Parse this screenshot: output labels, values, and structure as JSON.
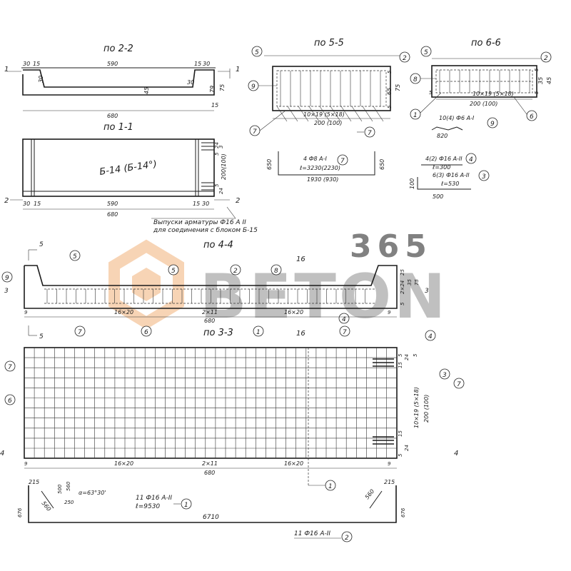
{
  "watermark": {
    "number": "365",
    "word": "BETON",
    "color": "#f2b27a"
  },
  "sections": {
    "s22": {
      "title": "по 2-2",
      "cut": "1",
      "d_30": "30",
      "d_15": "15",
      "d_590": "590",
      "d_15r": "15",
      "d_30r": "30",
      "d_30a": "30",
      "d_30b": "30",
      "d_45": "45",
      "d_79": "79",
      "d_75": "75",
      "d_15b": "15",
      "d_680": "680"
    },
    "s11": {
      "title": "по 1-1",
      "cut": "2",
      "block": "Б-14 (Б-14°)",
      "d_30": "30",
      "d_15": "15",
      "d_590": "590",
      "d_15r": "15",
      "d_30r": "30",
      "d_680": "680",
      "d_200": "200(100)",
      "d_24": "24",
      "d_5a": "5",
      "d_5b": "5",
      "d_24b": "24",
      "d_3": "3",
      "note1": "Выпуски арматуры Ф16 А II",
      "note2": "для соединения с блоком Б-15"
    },
    "s55": {
      "title": "по 5-5",
      "m5": "5",
      "m2": "2",
      "m9": "9",
      "m7a": "7",
      "m7b": "7",
      "d_5a": "5",
      "d_65": "65",
      "d_75": "75",
      "d_5b": "5",
      "d_spacing": "10×19 (5×18)",
      "d_200": "200 (100)",
      "rod7": "4 Ф8 А-I",
      "rod7_len": "ℓ=3230(2230)",
      "rod7_span": "1930 (930)",
      "d_650a": "650",
      "d_650b": "650"
    },
    "s66": {
      "title": "по 6-6",
      "m5": "5",
      "m2": "2",
      "m8": "8",
      "m1": "1",
      "m6": "6",
      "m9": "9",
      "d_5a": "5",
      "d_35": "35",
      "d_45": "45",
      "d_5b": "5",
      "d_5c": "5",
      "d_spacing": "10×19 (5×18)",
      "d_200": "200 (100)",
      "rod9": "10(4) Ф6 А-I",
      "rod9_len": "820",
      "rod4": "4(2) Ф16 А-II",
      "rod4_len": "ℓ=300",
      "rod3": "6(3) Ф16 А-II",
      "rod3_len": "ℓ=530",
      "d_100": "100",
      "d_500": "500"
    },
    "s44": {
      "title": "по 4-4",
      "top_label": "16",
      "m5a": "5",
      "m5b": "5",
      "m9": "9",
      "m2": "2",
      "m8": "8",
      "m4": "4",
      "m7a": "7",
      "m7b": "7",
      "m6": "6",
      "m1": "1",
      "cut3": "3",
      "cut5": "5",
      "d_9": "9",
      "d_16x20a": "16×20",
      "d_2x11": "2×11",
      "d_16x20b": "16×20",
      "d_680": "680",
      "d_9b": "9",
      "d_25": "25",
      "d_24": "2×24",
      "d_35": "35",
      "d_75": "75",
      "d_5": "5",
      "d_3": "3",
      "bottom_label": "16"
    },
    "s33": {
      "title": "по 3-3",
      "m4": "4",
      "m3": "3",
      "m7a": "7",
      "m7b": "7",
      "m6": "6",
      "m1": "1",
      "cut4": "4",
      "d_9": "9",
      "d_16x20a": "16×20",
      "d_2x11": "2×11",
      "d_16x20b": "16×20",
      "d_9b": "9",
      "d_680": "680",
      "d_5a": "5",
      "d_5b": "5",
      "d_15": "15",
      "d_24": "24",
      "d_spacing": "10×19 (5×18)",
      "d_200": "200 (100)",
      "d_15b": "15",
      "d_24b": "24",
      "d_5c": "5"
    },
    "bar1": {
      "d_215a": "215",
      "d_560a": "560",
      "d_500": "500",
      "d_560b": "560",
      "d_250": "250",
      "angle": "α=63°30'",
      "rod": "11 Ф16 А-II",
      "rod_len": "ℓ=9530",
      "mark": "1",
      "d_560c": "560",
      "d_215b": "215",
      "d_676a": "676",
      "d_676b": "676",
      "d_6710": "6710"
    },
    "bottom": {
      "rod": "11 Ф16 А-II",
      "mark": "2"
    }
  }
}
